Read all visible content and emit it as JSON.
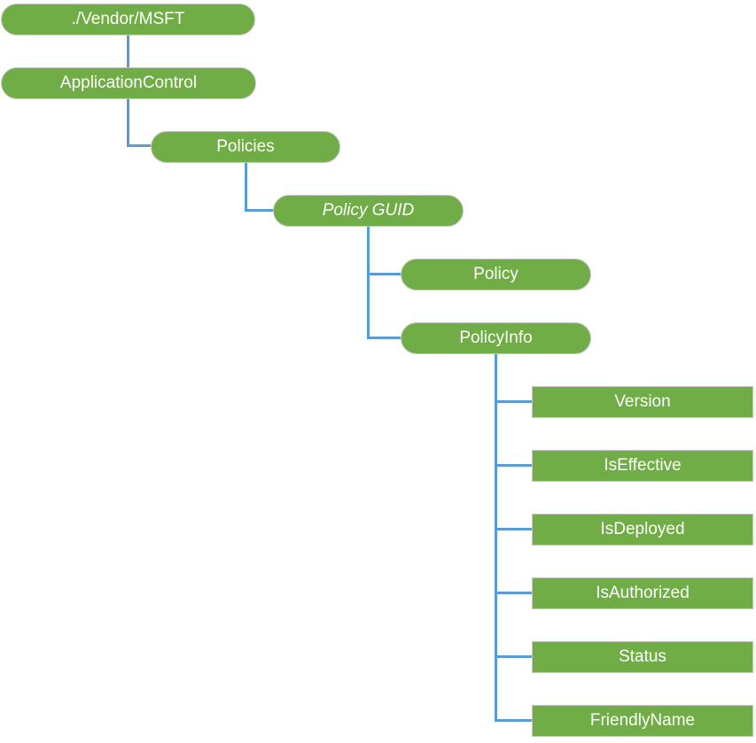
{
  "diagram": {
    "type": "tree",
    "colors": {
      "node_fill": "#70AD47",
      "node_border": "#C6C6C6",
      "connector": "#5B9BD5",
      "text": "#FFFFFF",
      "background": "#FFFFFF"
    },
    "nodes": [
      {
        "label": "./Vendor/MSFT",
        "shape": "pill",
        "italic": false,
        "parent": null
      },
      {
        "label": "ApplicationControl",
        "shape": "pill",
        "italic": false,
        "parent": "./Vendor/MSFT"
      },
      {
        "label": "Policies",
        "shape": "pill",
        "italic": false,
        "parent": "ApplicationControl"
      },
      {
        "label": "Policy GUID",
        "shape": "pill",
        "italic": true,
        "parent": "Policies"
      },
      {
        "label": "Policy",
        "shape": "pill",
        "italic": false,
        "parent": "Policy GUID"
      },
      {
        "label": "PolicyInfo",
        "shape": "pill",
        "italic": false,
        "parent": "Policy GUID"
      },
      {
        "label": "Version",
        "shape": "rect",
        "italic": false,
        "parent": "PolicyInfo"
      },
      {
        "label": "IsEffective",
        "shape": "rect",
        "italic": false,
        "parent": "PolicyInfo"
      },
      {
        "label": "IsDeployed",
        "shape": "rect",
        "italic": false,
        "parent": "PolicyInfo"
      },
      {
        "label": "IsAuthorized",
        "shape": "rect",
        "italic": false,
        "parent": "PolicyInfo"
      },
      {
        "label": "Status",
        "shape": "rect",
        "italic": false,
        "parent": "PolicyInfo"
      },
      {
        "label": "FriendlyName",
        "shape": "rect",
        "italic": false,
        "parent": "PolicyInfo"
      }
    ]
  }
}
